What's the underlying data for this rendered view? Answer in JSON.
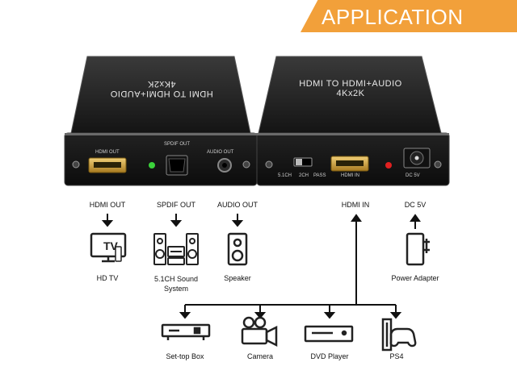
{
  "banner": {
    "title": "APPLICATION"
  },
  "left_device": {
    "top_title": "HDMI TO HDMI+AUDIO",
    "top_subtitle": "4Kx2K",
    "port_labels": {
      "hdmi_out": "HDMI OUT",
      "spdif_out": "SPDIF OUT",
      "audio_out": "AUDIO OUT"
    }
  },
  "right_device": {
    "top_title": "HDMI TO HDMI+AUDIO",
    "top_subtitle": "4Kx2K",
    "port_labels": {
      "mode_51ch": "5.1CH",
      "mode_2ch": "2CH",
      "mode_pass": "PASS",
      "hdmi_in": "HDMI IN",
      "dc5v": "DC 5V"
    }
  },
  "outputs": [
    {
      "port": "HDMI OUT",
      "device": "HD TV",
      "icon": "tv-icon",
      "icon_text": "TV"
    },
    {
      "port": "SPDIF OUT",
      "device": "5.1CH Sound\nSystem",
      "icon": "sound-system-icon"
    },
    {
      "port": "AUDIO OUT",
      "device": "Speaker",
      "icon": "speaker-icon"
    }
  ],
  "inputs": [
    {
      "port": "HDMI IN",
      "icon": "hdmi-in-icon"
    },
    {
      "port": "DC 5V",
      "device": "Power Adapter",
      "icon": "power-adapter-icon"
    }
  ],
  "sources": [
    {
      "device": "Set-top Box",
      "icon": "set-top-box-icon"
    },
    {
      "device": "Camera",
      "icon": "camera-icon"
    },
    {
      "device": "DVD Player",
      "icon": "dvd-player-icon"
    },
    {
      "device": "PS4",
      "icon": "ps4-icon"
    }
  ],
  "colors": {
    "banner": "#f2a03a",
    "device_body": "#1e1e1e",
    "led_green": "#3bd23b",
    "led_red": "#e02020",
    "hdmi_gold": "#d4a640"
  }
}
